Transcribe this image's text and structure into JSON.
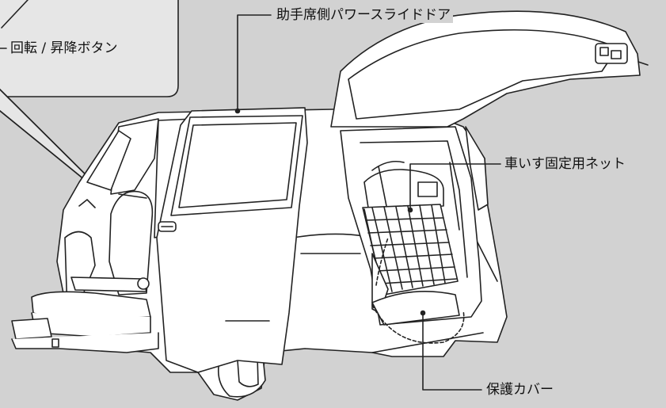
{
  "callouts": {
    "rotate_lift_button": "回転 / 昇降ボタン",
    "power_slide_door": "助手席側パワースライドドア",
    "wheelchair_net": "車いす固定用ネット",
    "protective_cover": "保護カバー"
  },
  "colors": {
    "background": "#d2d2d2",
    "car_body": "#ffffff",
    "line": "#222222",
    "callout_box": "#e6e6e6",
    "glass": "#ffffff"
  }
}
